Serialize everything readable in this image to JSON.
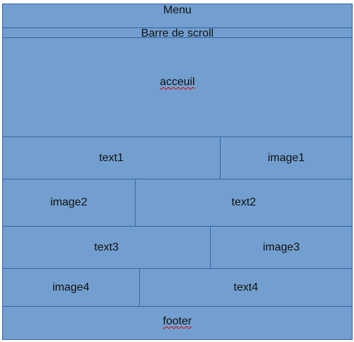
{
  "header": {
    "menu_label": "Menu",
    "scrollbar_label_prefix": "Barre de ",
    "scrollbar_label_word": "scroll"
  },
  "sections": {
    "accueil_label": "acceuil",
    "row1": {
      "text": "text1",
      "image": "image1"
    },
    "row2": {
      "image": "image2",
      "text": "text2"
    },
    "row3": {
      "text": "text3",
      "image": "image3"
    },
    "row4": {
      "image": "image4",
      "text": "text4"
    }
  },
  "footer": {
    "label": "footer"
  },
  "colors": {
    "box_fill": "#729fcf",
    "box_border": "#3465a4",
    "spellcheck_underline": "#e00000"
  }
}
